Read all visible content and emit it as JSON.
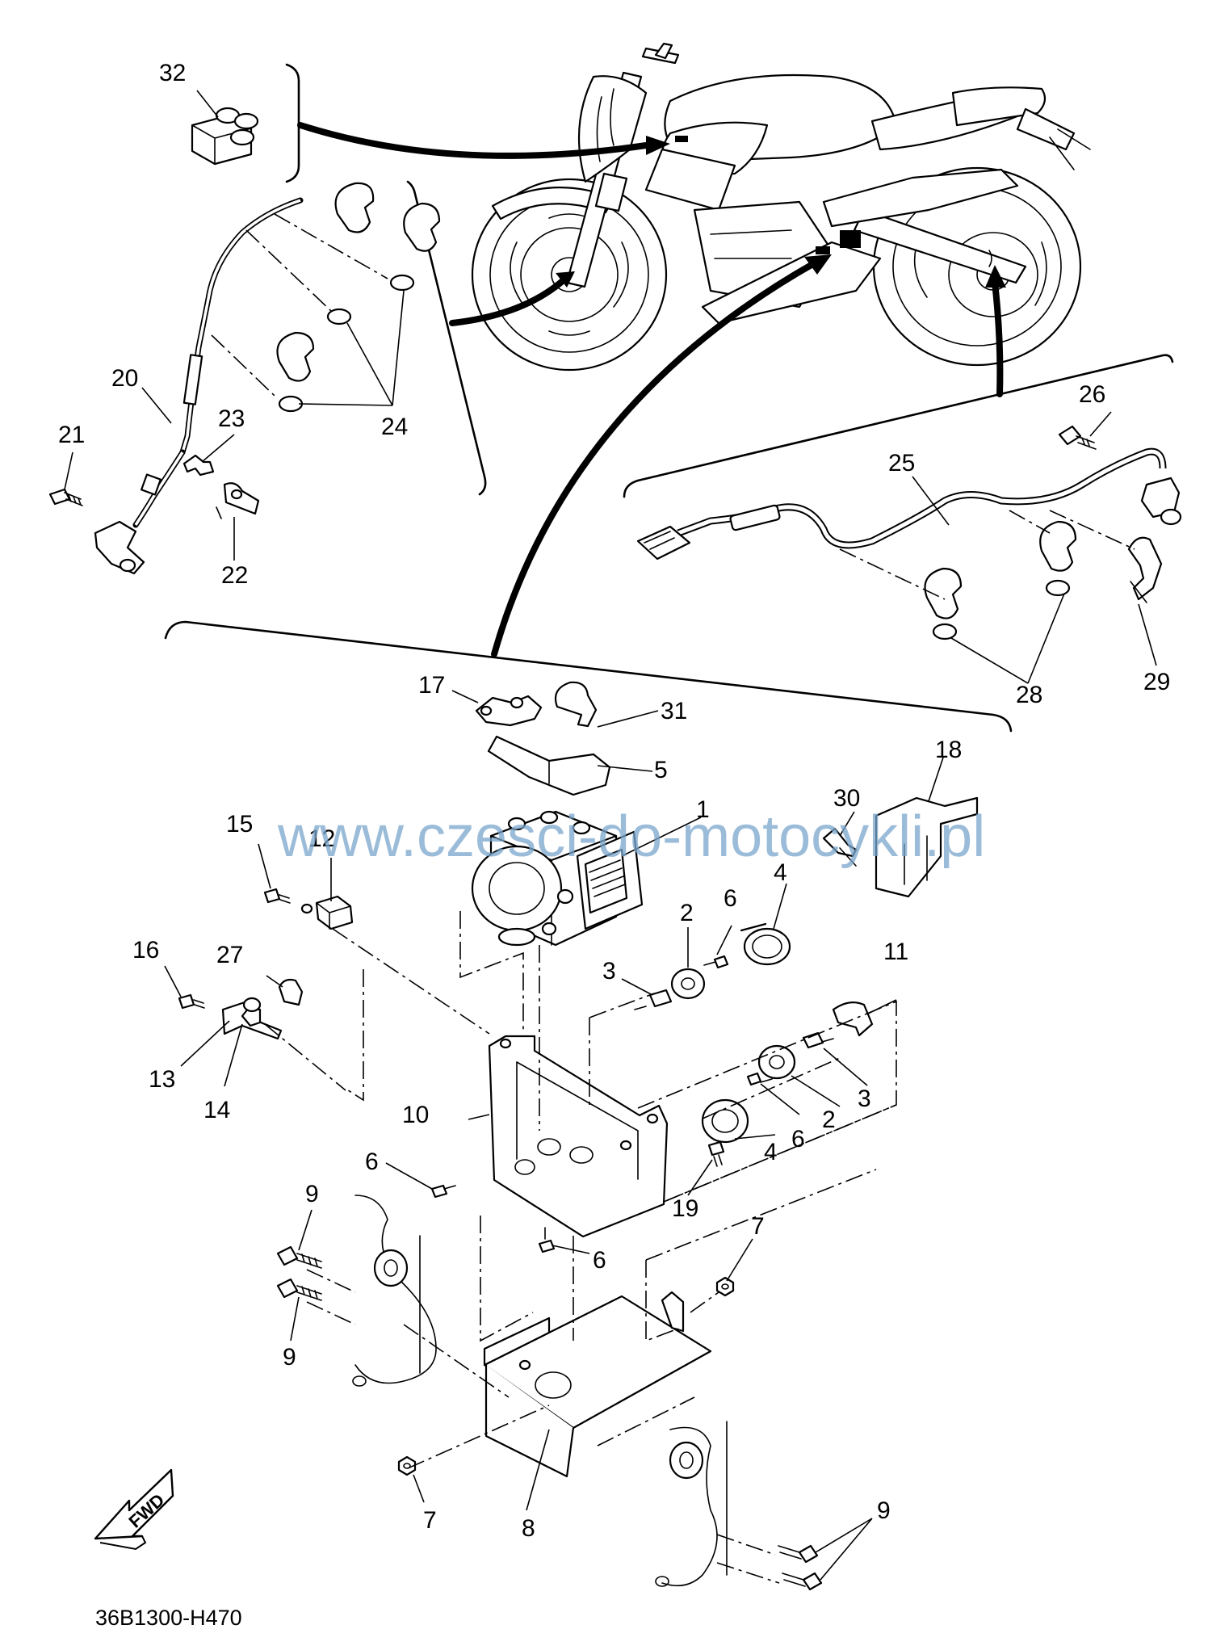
{
  "diagram": {
    "watermark": "www.czesci-do-motocykli.pl",
    "drawing_code": "36B1300-H470",
    "fwd_label": "FWD",
    "callouts": [
      {
        "id": "c1",
        "label": "1"
      },
      {
        "id": "c2a",
        "label": "2"
      },
      {
        "id": "c2b",
        "label": "2"
      },
      {
        "id": "c3a",
        "label": "3"
      },
      {
        "id": "c3b",
        "label": "3"
      },
      {
        "id": "c4a",
        "label": "4"
      },
      {
        "id": "c4b",
        "label": "4"
      },
      {
        "id": "c5",
        "label": "5"
      },
      {
        "id": "c6a",
        "label": "6"
      },
      {
        "id": "c6b",
        "label": "6"
      },
      {
        "id": "c6c",
        "label": "6"
      },
      {
        "id": "c6d",
        "label": "6"
      },
      {
        "id": "c7a",
        "label": "7"
      },
      {
        "id": "c7b",
        "label": "7"
      },
      {
        "id": "c8",
        "label": "8"
      },
      {
        "id": "c9a",
        "label": "9"
      },
      {
        "id": "c9b",
        "label": "9"
      },
      {
        "id": "c9c",
        "label": "9"
      },
      {
        "id": "c10",
        "label": "10"
      },
      {
        "id": "c11",
        "label": "11"
      },
      {
        "id": "c12",
        "label": "12"
      },
      {
        "id": "c13",
        "label": "13"
      },
      {
        "id": "c14",
        "label": "14"
      },
      {
        "id": "c15",
        "label": "15"
      },
      {
        "id": "c16",
        "label": "16"
      },
      {
        "id": "c17",
        "label": "17"
      },
      {
        "id": "c18",
        "label": "18"
      },
      {
        "id": "c19",
        "label": "19"
      },
      {
        "id": "c20",
        "label": "20"
      },
      {
        "id": "c21",
        "label": "21"
      },
      {
        "id": "c22",
        "label": "22"
      },
      {
        "id": "c23",
        "label": "23"
      },
      {
        "id": "c24",
        "label": "24"
      },
      {
        "id": "c25",
        "label": "25"
      },
      {
        "id": "c26",
        "label": "26"
      },
      {
        "id": "c27",
        "label": "27"
      },
      {
        "id": "c28",
        "label": "28"
      },
      {
        "id": "c29",
        "label": "29"
      },
      {
        "id": "c30",
        "label": "30"
      },
      {
        "id": "c31",
        "label": "31"
      },
      {
        "id": "c32",
        "label": "32"
      }
    ]
  }
}
